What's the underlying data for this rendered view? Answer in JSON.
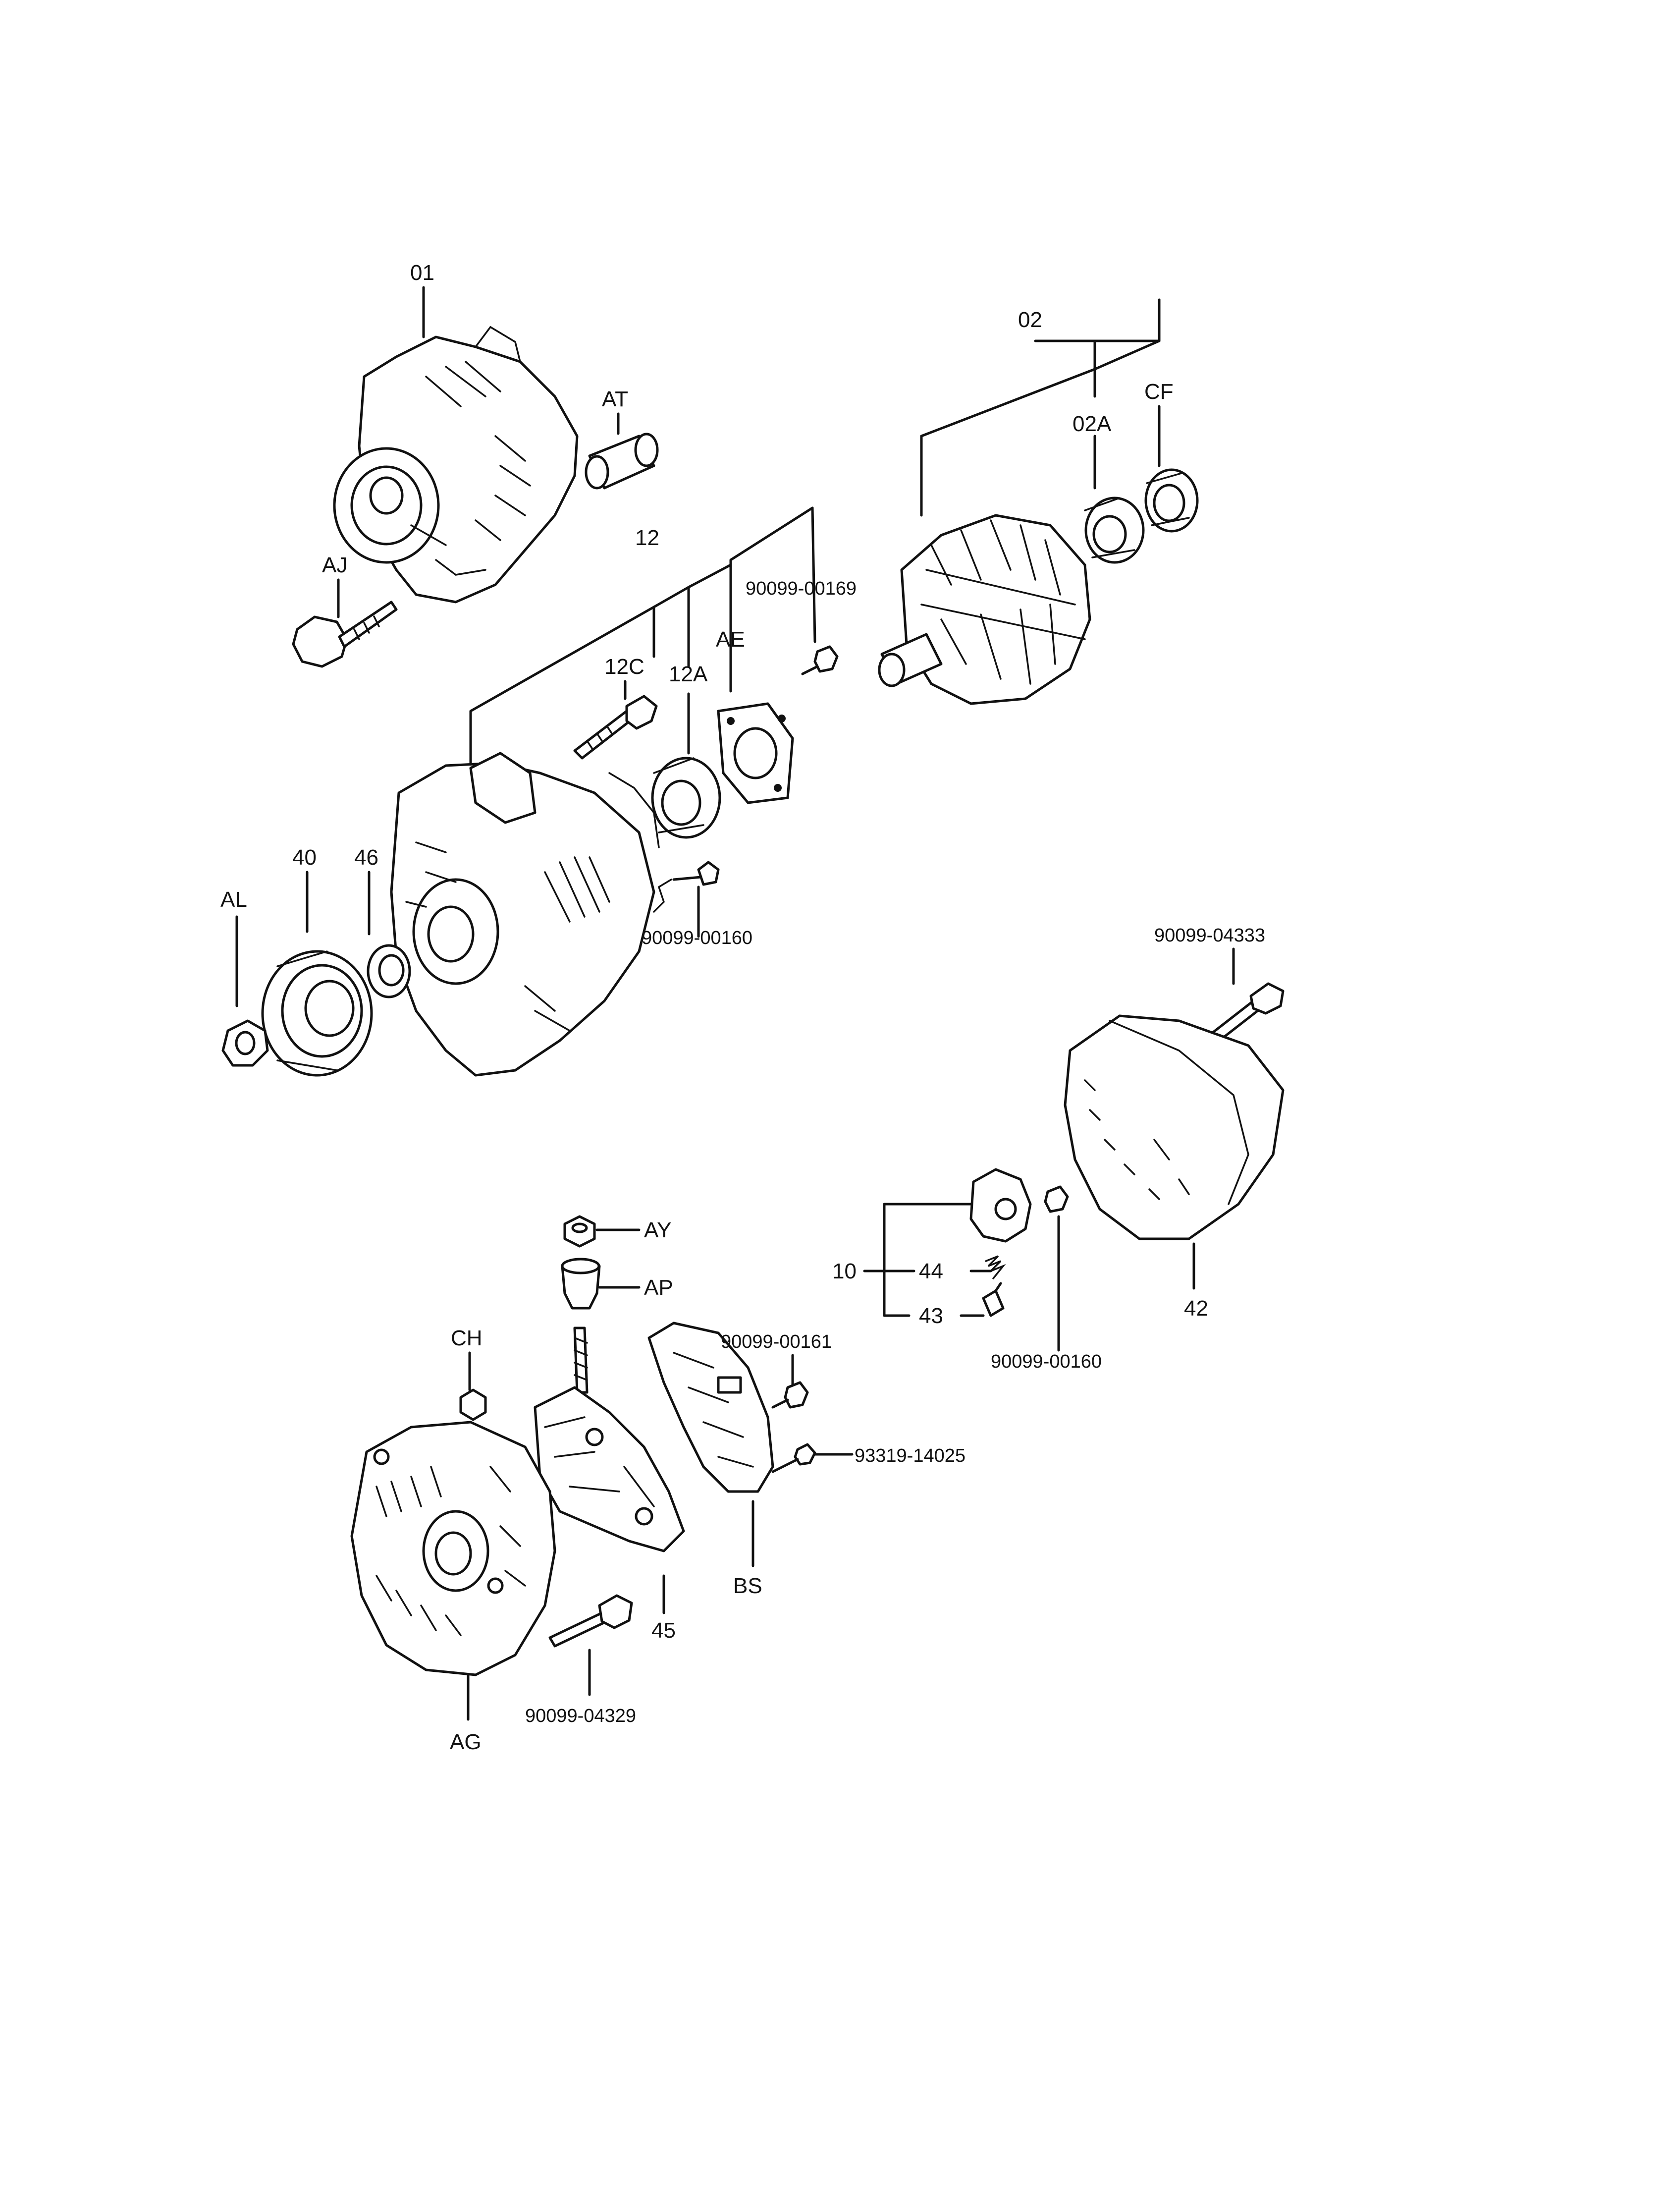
{
  "labels": {
    "l01": "01",
    "lAT": "AT",
    "l02": "02",
    "l02A": "02A",
    "lCF": "CF",
    "lAJ": "AJ",
    "l12": "12",
    "l90099_00169": "90099-00169",
    "lAE": "AE",
    "l12C": "12C",
    "l12A": "12A",
    "l40": "40",
    "l46": "46",
    "lAL": "AL",
    "l90099_00160_a": "90099-00160",
    "l90099_04333": "90099-04333",
    "lAY": "AY",
    "lAP": "AP",
    "l10": "10",
    "l44": "44",
    "l43": "43",
    "lCH": "CH",
    "l90099_00161": "90099-00161",
    "l93319_14025": "93319-14025",
    "l90099_00160_b": "90099-00160",
    "l42": "42",
    "l45": "45",
    "lBS": "BS",
    "l90099_04329": "90099-04329",
    "lAG": "AG"
  },
  "colors": {
    "ink": "#111111",
    "paper": "#ffffff"
  }
}
